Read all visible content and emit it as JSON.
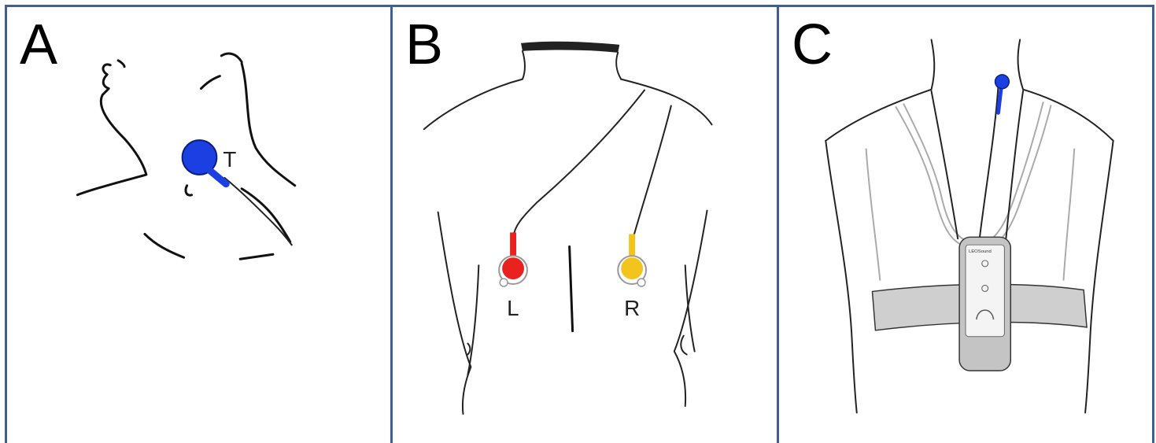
{
  "panels": [
    {
      "letter": "A",
      "electrodes": [
        {
          "label": "T",
          "color": "#1b3fe0"
        }
      ]
    },
    {
      "letter": "B",
      "electrodes": [
        {
          "label": "L",
          "color": "#e8231f"
        },
        {
          "label": "R",
          "color": "#f2c41c"
        }
      ]
    },
    {
      "letter": "C",
      "electrodes": [
        {
          "label": "",
          "color": "#1b3fe0"
        }
      ],
      "device": {
        "brand": "LEOSound"
      }
    }
  ],
  "colors": {
    "border": "#3f5f8e",
    "strap": "#cfcfcf",
    "device": "#c4c4c4"
  }
}
